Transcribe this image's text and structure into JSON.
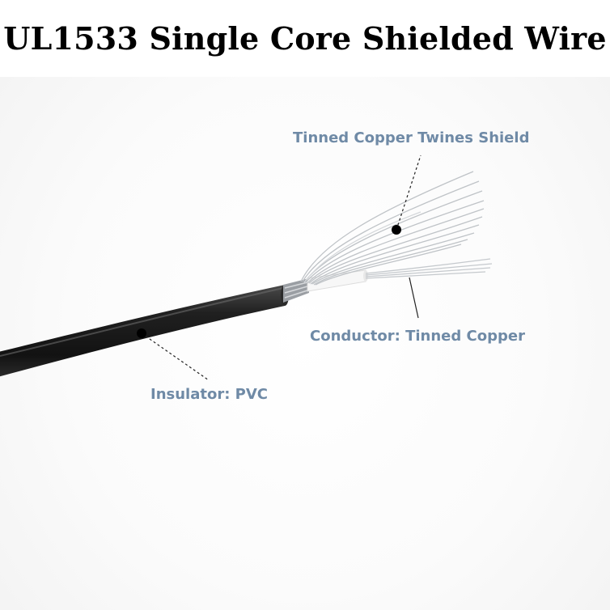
{
  "title": "UL1533 Single Core Shielded Wire",
  "labels": {
    "shield": "Tinned Copper Twines Shield",
    "conductor": "Conductor: Tinned Copper",
    "insulator": "Insulator: PVC"
  },
  "colors": {
    "title_text": "#000000",
    "label_text": "#6f8aa6",
    "cable_jacket": "#1c1c1c",
    "inner_insulation": "#f4f4f4",
    "wire_strands": "#c9ccd0"
  }
}
